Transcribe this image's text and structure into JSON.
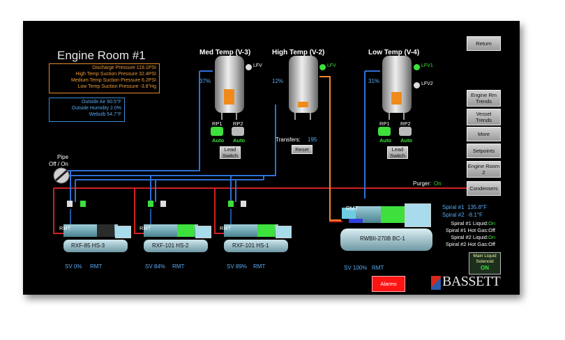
{
  "title": "Engine Room #1",
  "pressures": [
    {
      "label": "Discharge Pressure",
      "value": "119.1PSI"
    },
    {
      "label": "High Temp Suction Pressure",
      "value": "32.4PSI"
    },
    {
      "label": "Medium Temp Suction Pressure",
      "value": "6.2PSI"
    },
    {
      "label": "Low Temp Suction Pressure",
      "value": "-3.8\"Hg"
    }
  ],
  "weather": [
    {
      "label": "Outside Air",
      "value": "90.5°F"
    },
    {
      "label": "Outside Humidity",
      "value": "2.0%"
    },
    {
      "label": "Webulb",
      "value": "54.7°F"
    }
  ],
  "vessels": [
    {
      "name": "Med Temp (V-3)",
      "level": "37%",
      "valve": "LFV",
      "pumps": [
        "RP1",
        "RP2"
      ],
      "pump_modes": [
        "Auto",
        "Auto"
      ],
      "button": "Lead Switch",
      "level_fraction": 0.37
    },
    {
      "name": "High Temp (V-2)",
      "level": "12%",
      "valve": "LFV",
      "transfers_label": "Transfers:",
      "transfers_value": "195",
      "button": "Reset",
      "level_fraction": 0.12
    },
    {
      "name": "Low Temp (V-4)",
      "level": "31%",
      "valves": [
        "LFV1",
        "LFV2"
      ],
      "pumps": [
        "RP1",
        "RP2"
      ],
      "pump_modes": [
        "Auto",
        "Auto"
      ],
      "button": "Lead Switch",
      "level_fraction": 0.31
    }
  ],
  "pipe_toggle": {
    "label": "Pipe",
    "state": "Off / On"
  },
  "compressors": [
    {
      "name": "RXF-85 HS-3",
      "remote": "RMT",
      "sv": "SV 0%",
      "sv_remote": "RMT"
    },
    {
      "name": "RXF-101 HS-2",
      "remote": "RMT",
      "sv": "SV 84%",
      "sv_remote": "RMT"
    },
    {
      "name": "RXF-101 HS-1",
      "remote": "RMT",
      "sv": "SV 89%",
      "sv_remote": "RMT"
    }
  ],
  "big_compressor": {
    "name": "RWBII-270B BC-1",
    "remote": "RMT",
    "sv": "SV 100%",
    "sv_remote": "RMT"
  },
  "purger": {
    "label": "Purger:",
    "value": "On"
  },
  "spiral_temps": [
    {
      "label": "Spiral #1",
      "value": "135.8°F"
    },
    {
      "label": "Spiral #2",
      "value": "-8.1°F"
    }
  ],
  "spiral_status": [
    {
      "label": "Spiral #1 Liquid:",
      "value": "On"
    },
    {
      "label": "Spiral #1 Hot Gas:",
      "value": "Off"
    },
    {
      "label": "Spiral #2 Liquid:",
      "value": "On"
    },
    {
      "label": "Spiral #2 Hot Gas:",
      "value": "Off"
    }
  ],
  "solenoid": {
    "label": "Main Liquid Solenoid",
    "state": "ON"
  },
  "nav": [
    "Return",
    "Engine Rm Trends",
    "Vessel Trends",
    "More",
    "Setpoints",
    "Engine Room 2",
    "Condensers"
  ],
  "alarms_label": "Alarms",
  "logo_text": "BASSETT",
  "colors": {
    "discharge": "#d42020",
    "suction": "#2f6fd8",
    "transfer": "#f08a2a",
    "liquid": "#2f9ee0",
    "accent_green": "#3de03d"
  }
}
